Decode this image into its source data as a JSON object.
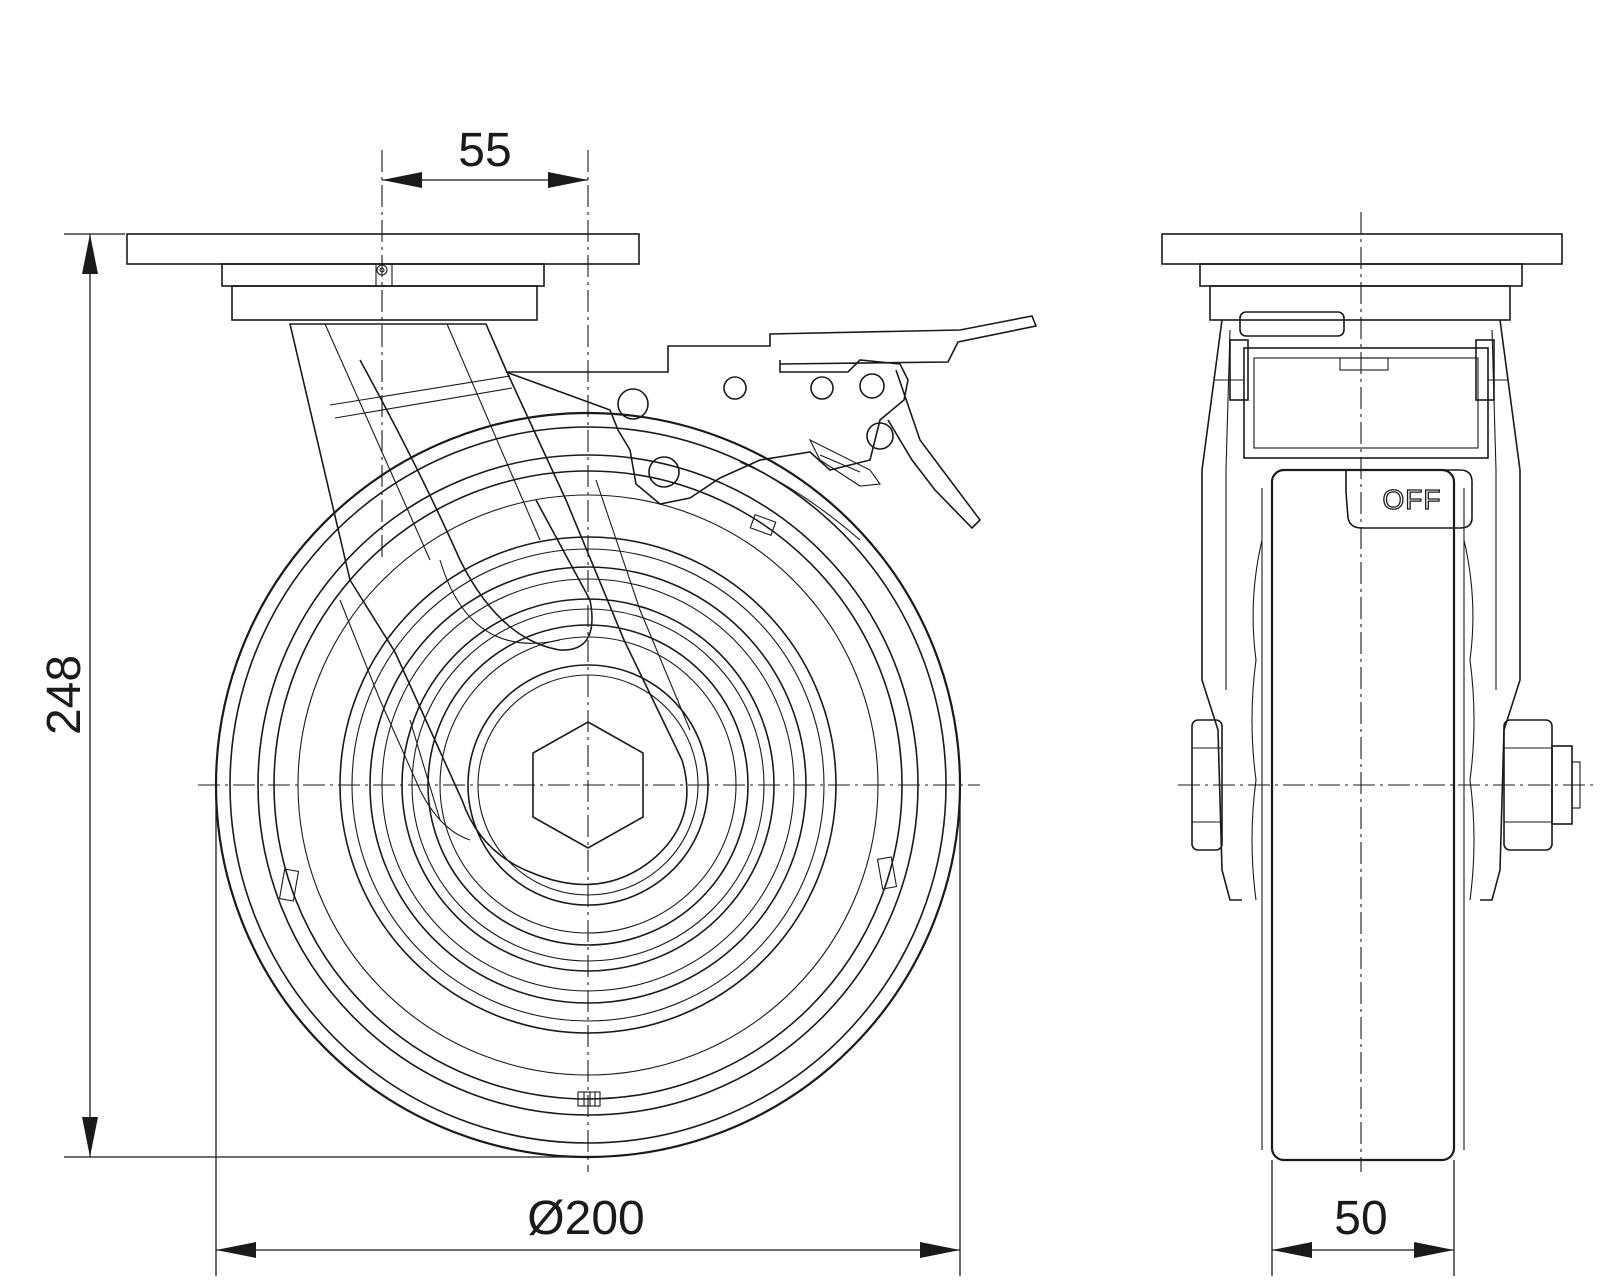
{
  "dimensions": {
    "offset": "55",
    "height": "248",
    "wheel_diameter": "Ø200",
    "wheel_width": "50"
  },
  "lock_label": "OFF",
  "line_color": "#1a1a1a",
  "background": "#ffffff",
  "views": [
    "side-view",
    "front-view"
  ]
}
